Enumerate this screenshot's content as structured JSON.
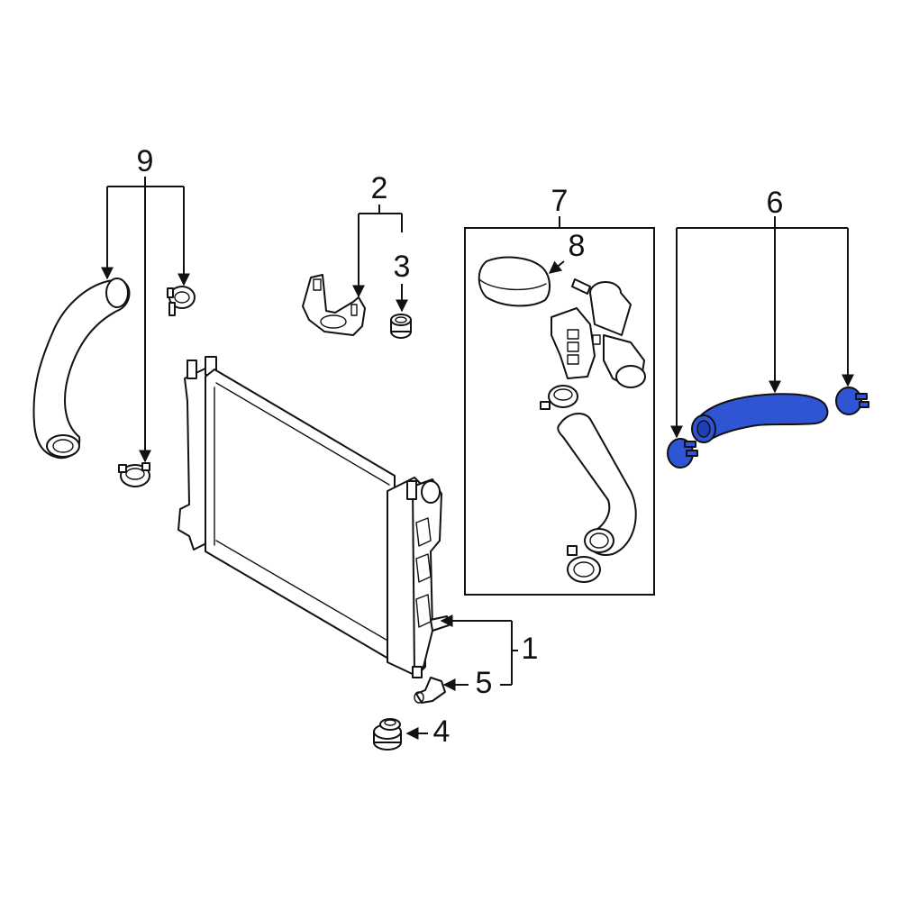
{
  "callouts": [
    {
      "id": "1",
      "label": "1"
    },
    {
      "id": "2",
      "label": "2"
    },
    {
      "id": "3",
      "label": "3"
    },
    {
      "id": "4",
      "label": "4"
    },
    {
      "id": "5",
      "label": "5"
    },
    {
      "id": "6",
      "label": "6"
    },
    {
      "id": "7",
      "label": "7"
    },
    {
      "id": "8",
      "label": "8"
    },
    {
      "id": "9",
      "label": "9"
    }
  ],
  "highlight_color": "#2f55d4",
  "highlighted_callout": "6",
  "parts": [
    {
      "callout": "1",
      "name": "radiator"
    },
    {
      "callout": "2",
      "name": "bracket"
    },
    {
      "callout": "3",
      "name": "grommet"
    },
    {
      "callout": "4",
      "name": "mount-cushion"
    },
    {
      "callout": "5",
      "name": "drain-plug"
    },
    {
      "callout": "6",
      "name": "lower-hose-with-clamps"
    },
    {
      "callout": "7",
      "name": "reservoir-hose-assembly"
    },
    {
      "callout": "8",
      "name": "cap"
    },
    {
      "callout": "9",
      "name": "upper-hose-with-clamps"
    }
  ]
}
